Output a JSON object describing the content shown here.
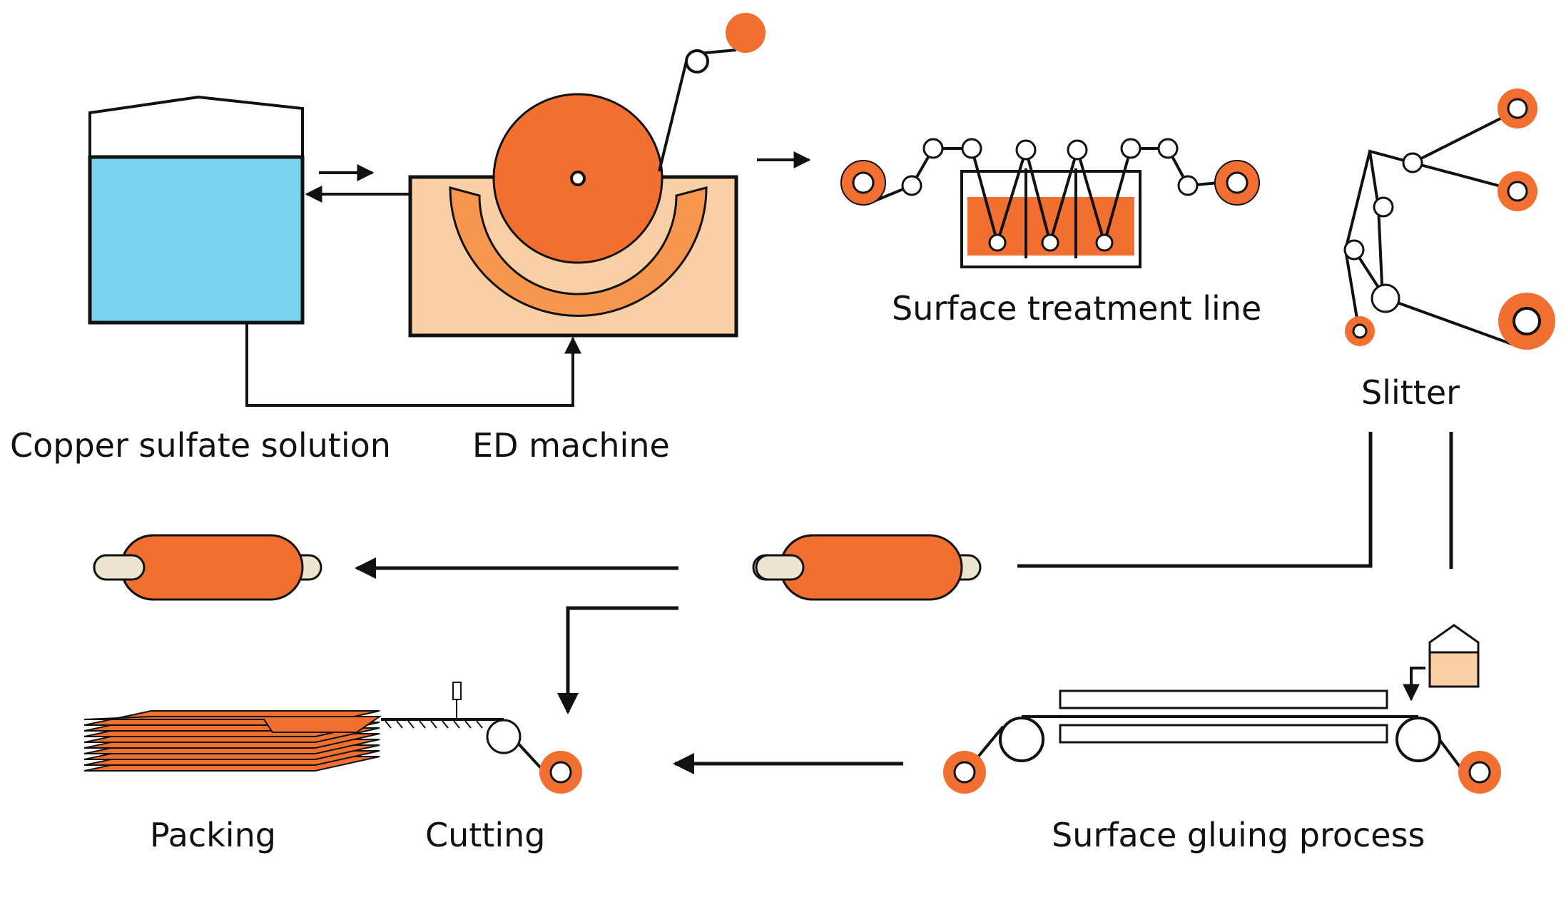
{
  "labels": {
    "copper_sulfate": "Copper sulfate solution",
    "ed_machine": "ED machine",
    "surface_treatment": "Surface treatment line",
    "slitter": "Slitter",
    "packing": "Packing",
    "cutting": "Cutting",
    "surface_gluing": "Surface gluing process"
  },
  "colors": {
    "copper": "#f26f32",
    "copper_light": "#f7974f",
    "tank_fill": "#f9cfa6",
    "solution": "#79d3ef",
    "stroke": "#111111",
    "shaft": "#ede4cf"
  }
}
